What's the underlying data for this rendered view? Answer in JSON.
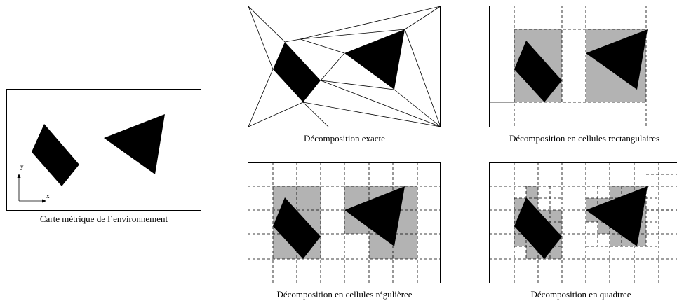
{
  "captions": {
    "environment": "Carte métrique de l’environnement",
    "exact": "Décomposition exacte",
    "rectangular": "Décomposition en cellules rectangulaires",
    "regular": "Décomposition en cellules régulièree",
    "quadtree": "Décomposition en quadtree"
  },
  "axes": {
    "x": "x",
    "y": "y"
  },
  "colors": {
    "obstacle": "#000000",
    "cell_fill": "#b3b3b3",
    "background": "#ffffff"
  }
}
